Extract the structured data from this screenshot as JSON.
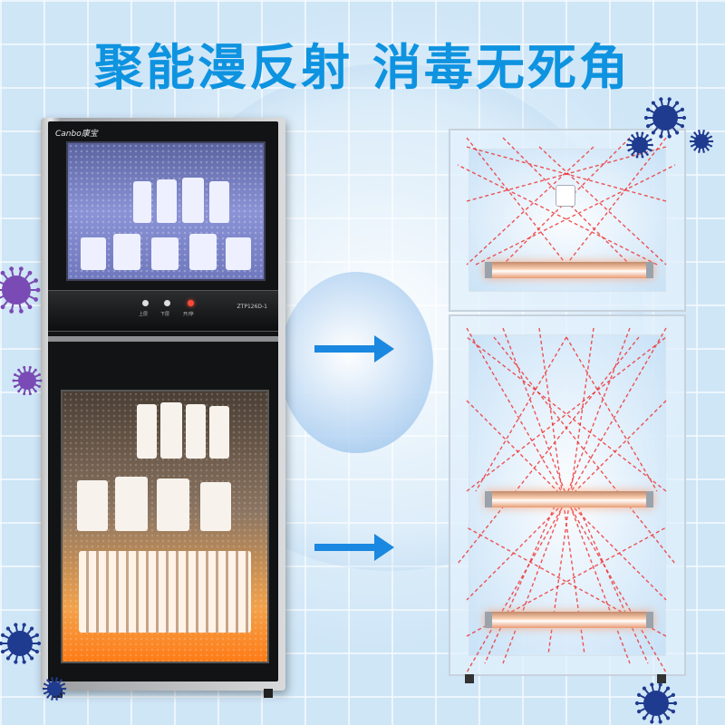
{
  "headline": "聚能漫反射 消毒无死角",
  "cabinet": {
    "brand": "Canbo康宝",
    "model": "ZTP126D-1",
    "controls": [
      "上层",
      "下层",
      "开/停"
    ]
  },
  "colors": {
    "headline": "#0e93e0",
    "arrow": "#1a88e0",
    "ray": "#ef2b2b",
    "virus_blue": "#1f3b8f",
    "virus_purple": "#7a4bb4"
  },
  "icons": [
    "arrow-right-icon",
    "virus-icon",
    "uv-lamp-icon"
  ]
}
